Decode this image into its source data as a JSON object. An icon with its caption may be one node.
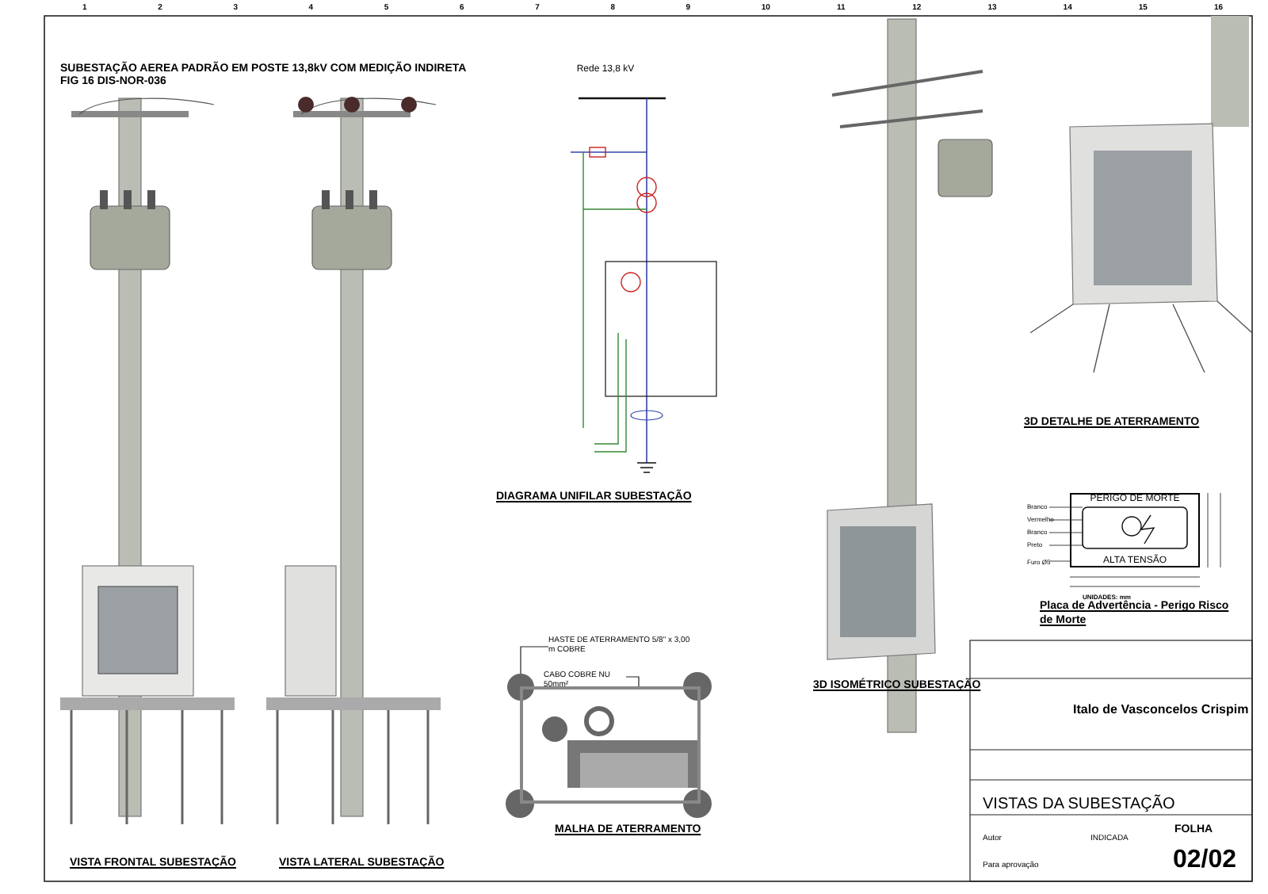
{
  "diagram": {
    "title": "SUBESTAÇÃO AEREA PADRÃO EM POSTE 13,8kV COM MEDIÇÃO INDIRETA",
    "nodes": [
      {
        "text": [
          "HASTE DE ATERRAMENTO 5/8\" x 3,00 m COBRE"
        ]
      },
      {
        "text": [],
        "shape": "circle"
      },
      {
        "text": [
          "CABO COBRE NU 50mm²"
        ]
      },
      {
        "text": [],
        "shape": "box"
      },
      {
        "text": [
          "PERIGO DE MORTE",
          "ALTA TENSÃO"
        ]
      }
    ],
    "edges": [
      {
        "from": 0,
        "to": 1,
        "arrow": "none"
      },
      {
        "from": 2,
        "to": 3,
        "arrow": "none"
      }
    ],
    "labels": [
      "FIG 16 DIS-NOR-036",
      "Rede 13,8 kV",
      "DIAGRAMA UNIFILAR SUBESTAÇÃO",
      "3D DETALHE DE ATERRAMENTO",
      "Branco",
      "Vermelho",
      "Branco",
      "Preto",
      "Furo Ø5",
      "UNIDADES: mm",
      "Placa de Advertência - Perigo Risco de Morte",
      "3D ISOMÉTRICO SUBESTAÇÃO",
      "Italo de Vasconcelos Crispim",
      "VISTAS DA SUBESTAÇÃO",
      "Autor",
      "INDICADA",
      "Para aprovação",
      "FOLHA",
      "02/02",
      "VISTA FRONTAL SUBESTAÇÃO",
      "VISTA LATERAL SUBESTAÇÃO",
      "MALHA DE ATERRAMENTO",
      "1",
      "2",
      "3",
      "4",
      "5",
      "6",
      "7",
      "8",
      "9",
      "10",
      "11",
      "12",
      "13",
      "14",
      "15",
      "16"
    ]
  }
}
